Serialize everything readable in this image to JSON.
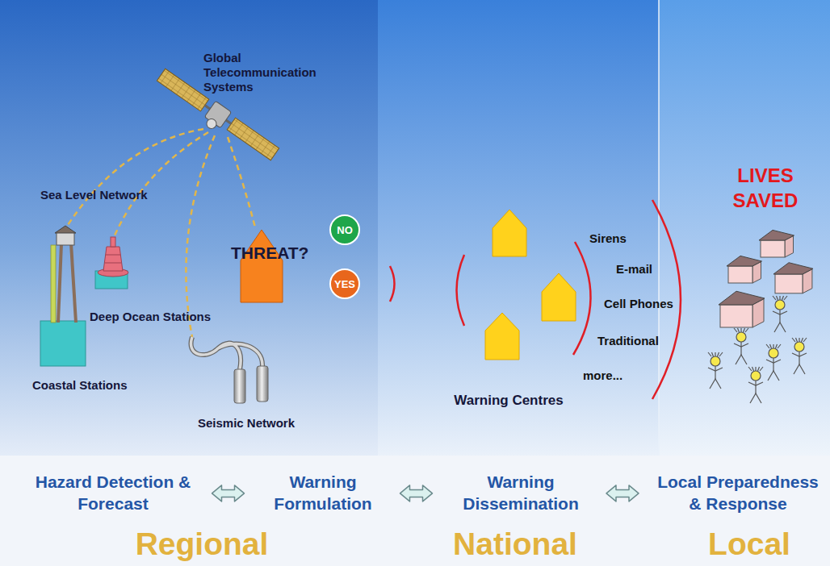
{
  "diagram": {
    "nodes": [
      {
        "text": [
          "THREAT?"
        ]
      },
      {
        "text": [
          "NO"
        ]
      },
      {
        "text": [
          "YES"
        ]
      },
      {
        "text": [
          "Hazard Detection & Forecast"
        ]
      },
      {
        "text": [
          "Warning Formulation"
        ]
      },
      {
        "text": [
          "Warning Dissemination"
        ]
      },
      {
        "text": [
          "Local Preparedness & Response"
        ]
      }
    ],
    "edges": [
      {
        "from": 3,
        "to": 4,
        "arrow": "both"
      },
      {
        "from": 4,
        "to": 5,
        "arrow": "both"
      },
      {
        "from": 5,
        "to": 6,
        "arrow": "both"
      }
    ],
    "labels": [
      "Global Telecommunication Systems",
      "Sea Level Network",
      "Deep Ocean Stations",
      "Coastal Stations",
      "Seismic Network",
      "Warning Centres",
      "Sirens",
      "E-mail",
      "Cell Phones",
      "Traditional",
      "more...",
      "LIVES SAVED",
      "Regional",
      "National",
      "Local"
    ]
  }
}
